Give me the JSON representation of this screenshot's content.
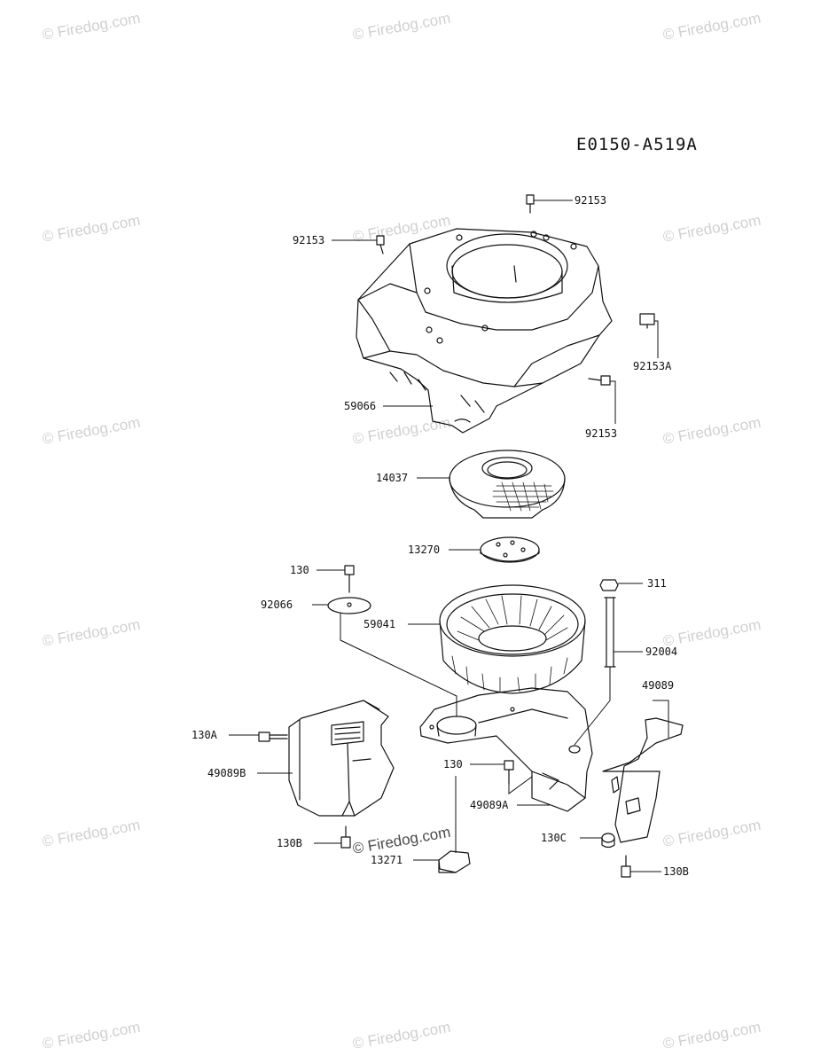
{
  "diagram_code": "E0150-A519A",
  "watermark": "© Firedog.com",
  "parts": {
    "p92153_top": "92153",
    "p92153_left": "92153",
    "p92153A": "92153A",
    "p92153_right": "92153",
    "p59066": "59066",
    "p14037": "14037",
    "p13270": "13270",
    "p130_top": "130",
    "p92066": "92066",
    "p59041": "59041",
    "p311": "311",
    "p92004": "92004",
    "p49089": "49089",
    "p130A": "130A",
    "p49089B": "49089B",
    "p130_mid": "130",
    "p49089A": "49089A",
    "p130B_left": "130B",
    "p13271": "13271",
    "p130C": "130C",
    "p130B_right": "130B"
  }
}
